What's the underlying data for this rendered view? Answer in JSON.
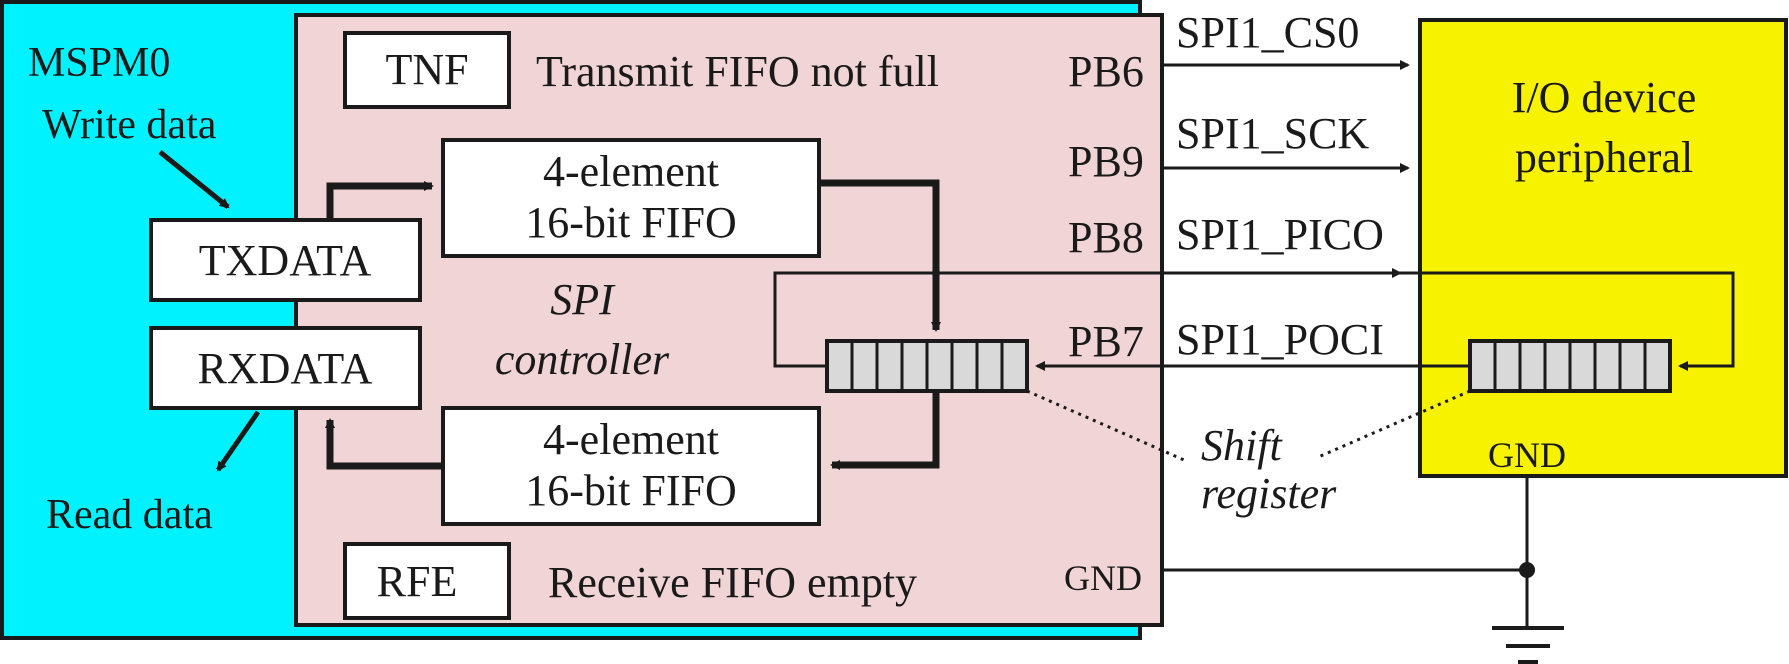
{
  "colors": {
    "mcu_bg": "#00f2ff",
    "controller_bg": "#f1d4d6",
    "device_bg": "#f7f200",
    "shift_cell": "#d9d9d9",
    "line": "#1a1a1a"
  },
  "mcu": {
    "title": "MSPM0",
    "write_data": "Write data",
    "read_data": "Read data",
    "txdata": "TXDATA",
    "rxdata": "RXDATA"
  },
  "controller": {
    "label_line1": "SPI",
    "label_line2": "controller",
    "tnf": "TNF",
    "tnf_desc": "Transmit FIFO not full",
    "rfe": "RFE",
    "rfe_desc": "Receive FIFO empty",
    "tx_fifo_line1": "4-element",
    "tx_fifo_line2": "16-bit FIFO",
    "rx_fifo_line1": "4-element",
    "rx_fifo_line2": "16-bit FIFO"
  },
  "pins": {
    "pb6": "PB6",
    "pb9": "PB9",
    "pb8": "PB8",
    "pb7": "PB7",
    "gnd": "GND"
  },
  "signals": {
    "cs0": "SPI1_CS0",
    "sck": "SPI1_SCK",
    "pico": "SPI1_PICO",
    "poci": "SPI1_POCI"
  },
  "device": {
    "line1": "I/O device",
    "line2": "peripheral",
    "gnd": "GND"
  },
  "shift_register": {
    "line1": "Shift",
    "line2": "register"
  }
}
